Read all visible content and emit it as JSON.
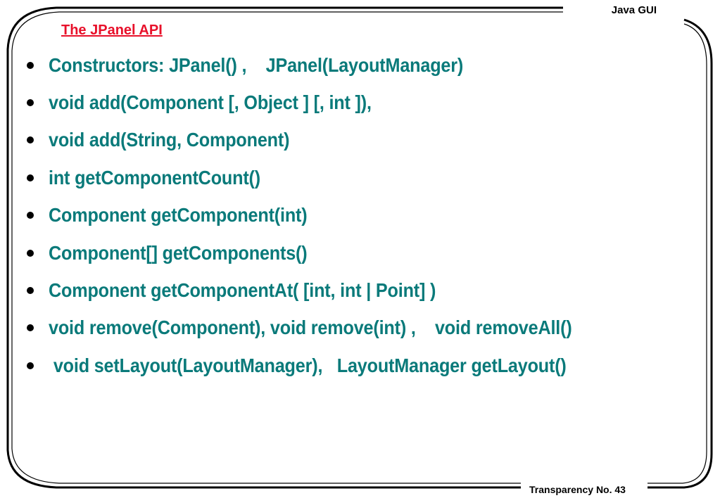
{
  "header": {
    "course": "Java GUI"
  },
  "slide": {
    "title": "The JPanel API",
    "bullets": [
      "Constructors: JPanel() ,    JPanel(LayoutManager)",
      "void add(Component [, Object ] [, int ]),",
      "void add(String, Component)",
      "int getComponentCount()",
      "Component getComponent(int)",
      "Component[] getComponents()",
      "Component getComponentAt( [int, int | Point] )",
      "void remove(Component), void remove(int) ,    void removeAll()",
      " void setLayout(LayoutManager),   LayoutManager getLayout()"
    ]
  },
  "footer": {
    "transparency": "Transparency No. 43"
  },
  "colors": {
    "title": "#e8102a",
    "bullet_text": "#0a7a7a",
    "frame": "#000000"
  }
}
